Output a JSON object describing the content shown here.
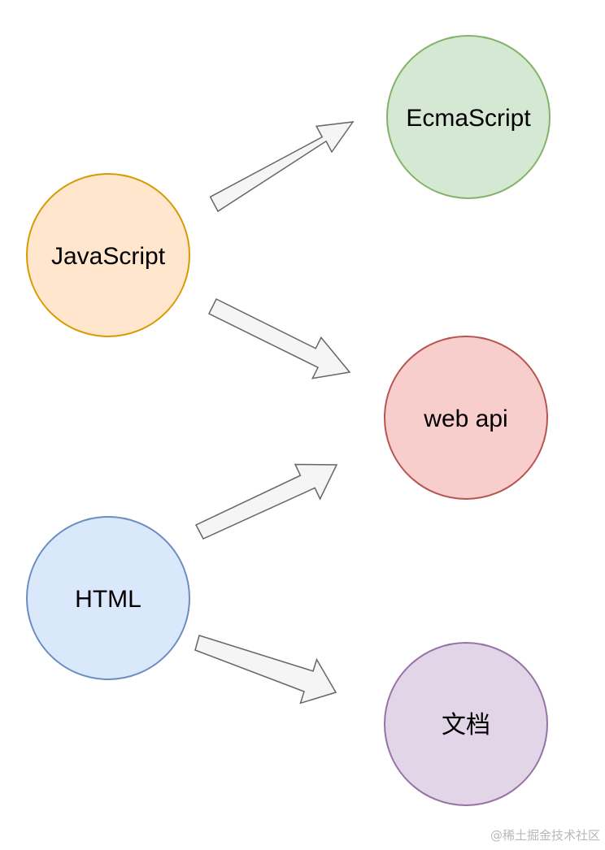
{
  "nodes": {
    "javascript": {
      "label": "JavaScript",
      "fill": "#ffe6cc",
      "stroke": "#d79b00"
    },
    "html": {
      "label": "HTML",
      "fill": "#dae8fc",
      "stroke": "#6c8ebf"
    },
    "ecmascript": {
      "label": "EcmaScript",
      "fill": "#d5e8d4",
      "stroke": "#82b366"
    },
    "web_api": {
      "label": "web api",
      "fill": "#f8cecc",
      "stroke": "#b85450"
    },
    "document": {
      "label": "文档",
      "fill": "#e1d5e7",
      "stroke": "#9673a6"
    }
  },
  "arrows": {
    "fill": "#f5f5f5",
    "stroke": "#666666"
  },
  "watermark": "@稀土掘金技术社区"
}
